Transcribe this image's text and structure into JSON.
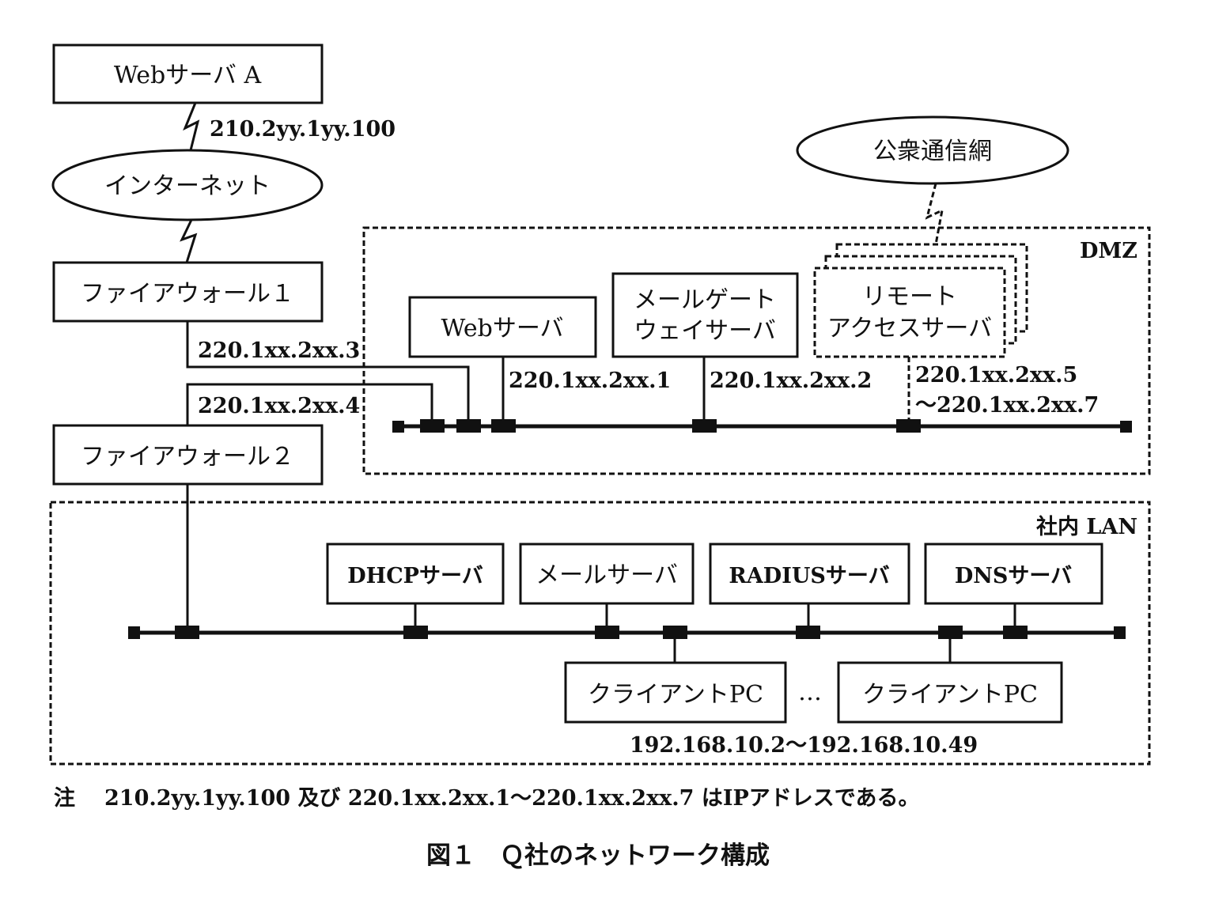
{
  "figure": {
    "caption": "図１　Ｑ社のネットワーク構成",
    "note_prefix": "注",
    "note_text": "210.2yy.1yy.100 及び 220.1xx.2xx.1～220.1xx.2xx.7 はIPアドレスである。"
  },
  "external": {
    "web_server_a": "Webサーバ A",
    "web_server_a_ip": "210.2yy.1yy.100",
    "internet": "インターネット",
    "public_network": "公衆通信網"
  },
  "firewalls": {
    "fw1": {
      "label": "ファイアウォール１",
      "ip": "220.1xx.2xx.3"
    },
    "fw2": {
      "label": "ファイアウォール２",
      "ip": "220.1xx.2xx.4"
    }
  },
  "dmz": {
    "zone_label": "DMZ",
    "web_server": {
      "label": "Webサーバ",
      "ip": "220.1xx.2xx.1"
    },
    "mail_gateway": {
      "label_line1": "メールゲート",
      "label_line2": "ウェイサーバ",
      "ip": "220.1xx.2xx.2"
    },
    "remote_access": {
      "label_line1": "リモート",
      "label_line2": "アクセスサーバ",
      "ip_line1": "220.1xx.2xx.5",
      "ip_line2": "～220.1xx.2xx.7"
    }
  },
  "lan": {
    "zone_label": "社内 LAN",
    "servers": [
      {
        "label": "DHCPサーバ"
      },
      {
        "label": "メールサーバ"
      },
      {
        "label": "RADIUSサーバ"
      },
      {
        "label": "DNSサーバ"
      }
    ],
    "clients": [
      {
        "label": "クライアントPC"
      },
      {
        "label": "クライアントPC"
      }
    ],
    "ellipsis": "…",
    "client_ip_range": "192.168.10.2～192.168.10.49"
  }
}
